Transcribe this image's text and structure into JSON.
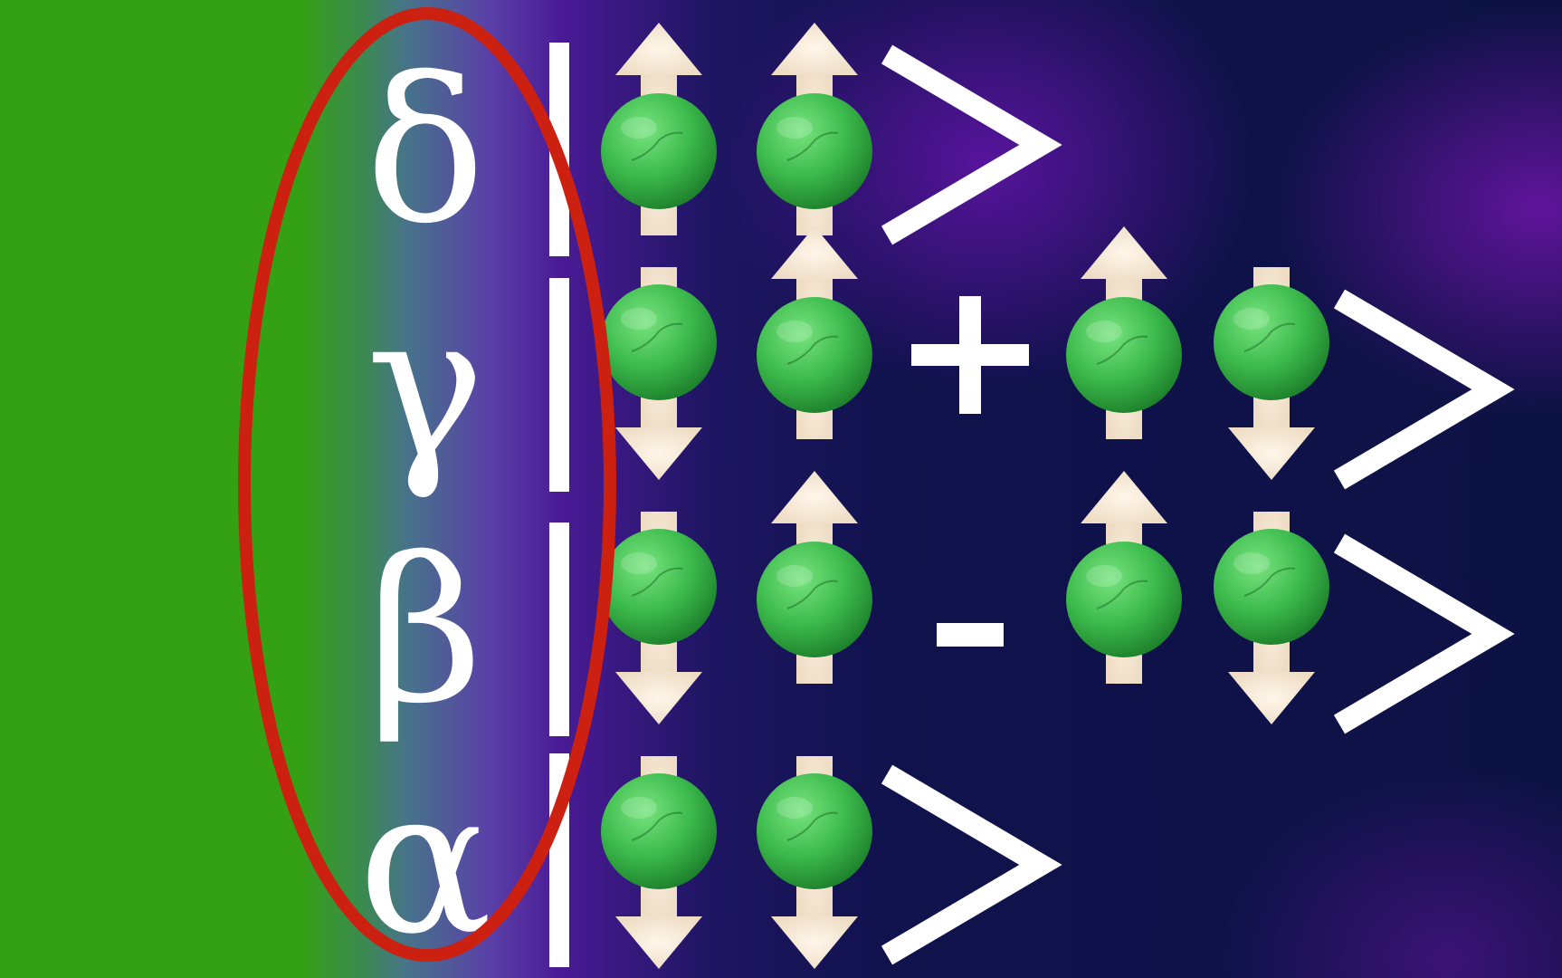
{
  "states": [
    {
      "label": "δ",
      "terms": [
        [
          "up",
          "up"
        ]
      ],
      "operators": []
    },
    {
      "label": "γ",
      "terms": [
        [
          "down",
          "up"
        ],
        [
          "up",
          "down"
        ]
      ],
      "operators": [
        "+"
      ]
    },
    {
      "label": "β",
      "terms": [
        [
          "down",
          "up"
        ],
        [
          "up",
          "down"
        ]
      ],
      "operators": [
        "-"
      ]
    },
    {
      "label": "α",
      "terms": [
        [
          "down",
          "down"
        ]
      ],
      "operators": []
    }
  ],
  "highlight": {
    "target": "state-labels",
    "shape": "ellipse",
    "color": "#cc2010"
  },
  "colors": {
    "background_left": "#34a114",
    "background_right": "#0d1244",
    "accent_purple": "#5a1aa0",
    "particle": "#3cba4c",
    "arrow": "#f5e6d3",
    "text": "#ffffff"
  },
  "icons": {
    "particle": "green-sphere-icon",
    "spin_up": "spin-up-arrow-icon",
    "spin_down": "spin-down-arrow-icon",
    "bra_bar": "ket-bar-icon",
    "ket_close": "ket-angle-bracket-icon"
  }
}
